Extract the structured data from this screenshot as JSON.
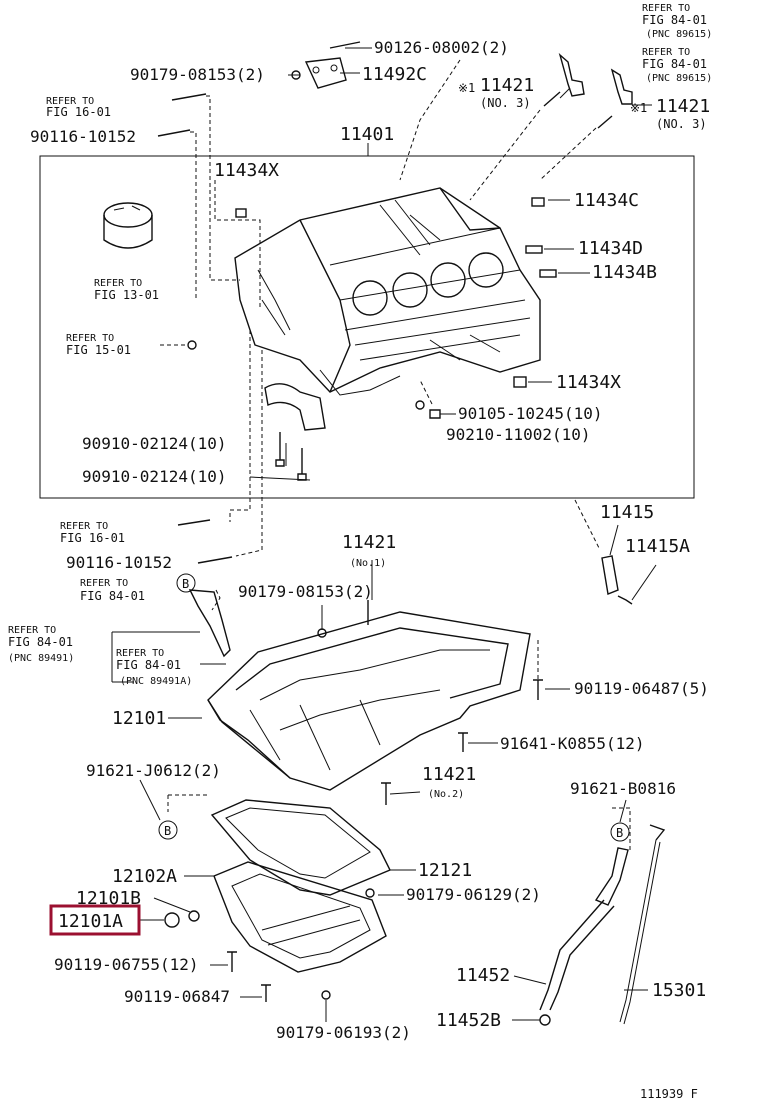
{
  "diagram": {
    "labels": {
      "p90126_08002": "90126-08002(2)",
      "p90179_08153a": "90179-08153(2)",
      "p11492c": "11492C",
      "refer_16_01a": "REFER TO",
      "refer_16_01a_b": "FIG 16-01",
      "p90116_10152a": "90116-10152",
      "p11401": "11401",
      "p11434x_a": "11434X",
      "refer_13_01": "REFER TO",
      "refer_13_01_b": "FIG 13-01",
      "refer_15_01": "REFER TO",
      "refer_15_01_b": "FIG 15-01",
      "p11434c": "11434C",
      "p11434d": "11434D",
      "p11434b": "11434B",
      "p11434x_b": "11434X",
      "p90105_10245": "90105-10245(10)",
      "p90210_11002": "90210-11002(10)",
      "p90910_02124a": "90910-02124(10)",
      "p90910_02124b": "90910-02124(10)",
      "refer_84_01a": "REFER TO",
      "refer_84_01a_b": "FIG 84-01",
      "refer_84_01a_c": "(PNC 89615)",
      "refer_84_01b": "REFER TO",
      "refer_84_01b_b": "FIG 84-01",
      "refer_84_01b_c": "(PNC 89615)",
      "p11421_no3a": "11421",
      "p11421_no3a_b": "(NO. 3)",
      "p11421_no3b": "11421",
      "p11421_no3b_b": "(NO. 3)",
      "asterisk": "※1",
      "refer_16_01b": "REFER TO",
      "refer_16_01b_b": "FIG 16-01",
      "p90116_10152b": "90116-10152",
      "refer_84_01c": "REFER TO",
      "refer_84_01c_b": "FIG 84-01",
      "refer_84_01d": "REFER TO",
      "refer_84_01d_b": "FIG 84-01",
      "refer_84_01d_c": "(PNC 89491)",
      "refer_84_01e": "REFER TO",
      "refer_84_01e_b": "FIG 84-01",
      "refer_84_01e_c": "(PNC 89491A)",
      "p11421_no1": "11421",
      "p11421_no1_b": "(No.1)",
      "p90179_08153b": "90179-08153(2)",
      "p11415": "11415",
      "p11415a": "11415A",
      "p90119_06487": "90119-06487(5)",
      "p12101": "12101",
      "p91641_k0855": "91641-K0855(12)",
      "p91621_j0612": "91621-J0612(2)",
      "p11421_no2": "11421",
      "p11421_no2_b": "(No.2)",
      "p91621_b0816": "91621-B0816",
      "p12102a": "12102A",
      "p12121": "12121",
      "p12101b": "12101B",
      "p90179_06129": "90179-06129(2)",
      "p12101a": "12101A",
      "p90119_06755": "90119-06755(12)",
      "p11452": "11452",
      "p15301": "15301",
      "p90119_06847": "90119-06847",
      "p11452b": "11452B",
      "p90179_06193": "90179-06193(2)",
      "circle_b": "B",
      "footer": "111939  F"
    },
    "highlight_color": "#9b1030",
    "line_color": "#111111"
  }
}
